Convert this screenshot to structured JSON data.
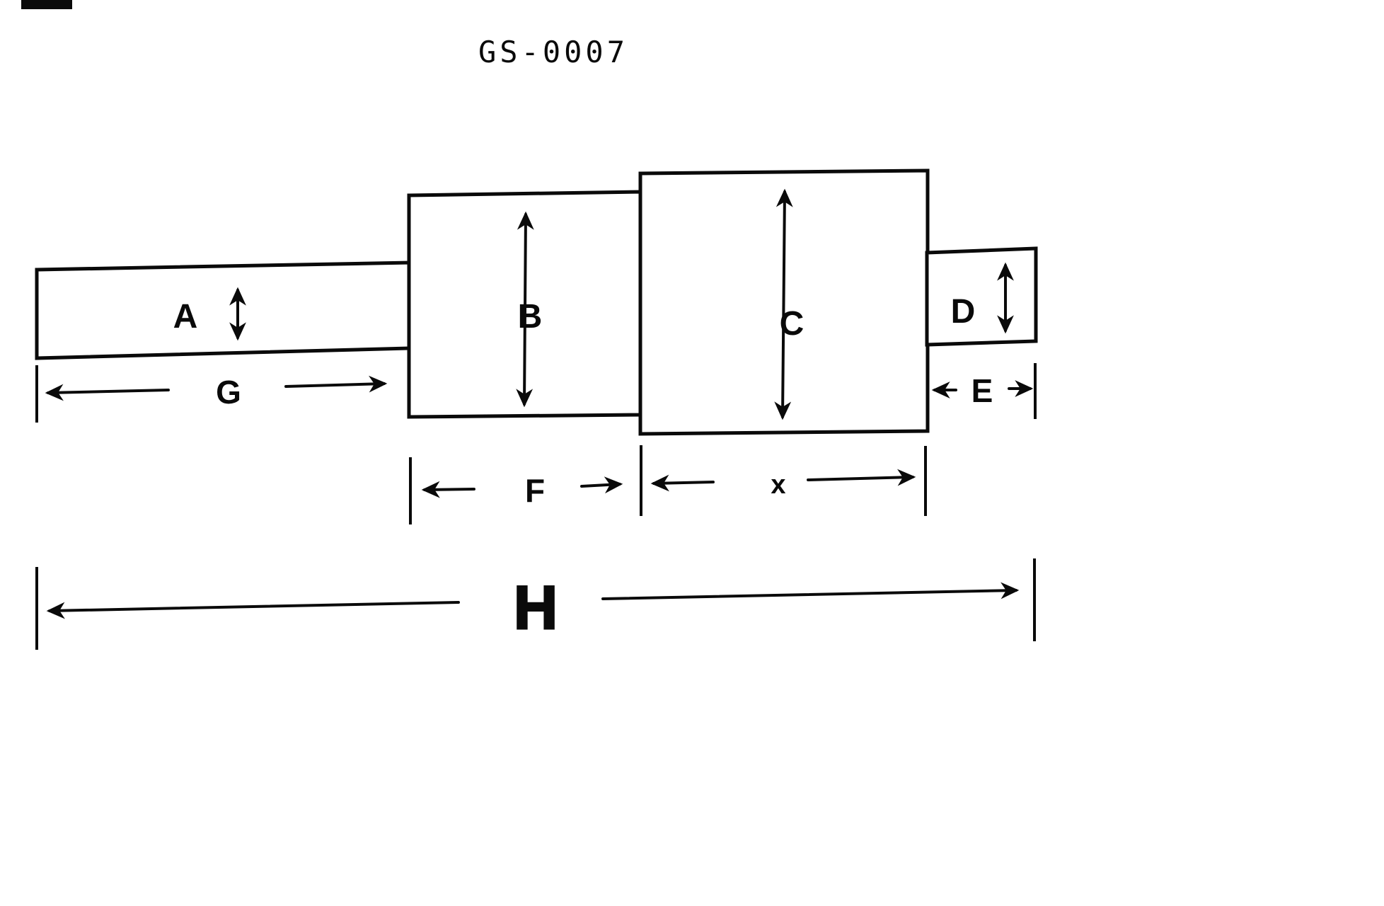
{
  "title": "GS-0007",
  "labels": {
    "section_a": "A",
    "section_b": "B",
    "section_c": "C",
    "section_d": "D",
    "dim_g": "G",
    "dim_e": "E",
    "dim_f": "F",
    "dim_x": "x",
    "dim_h": "H"
  },
  "colors": {
    "ink": "#0a0a0a",
    "background": "#ffffff"
  }
}
